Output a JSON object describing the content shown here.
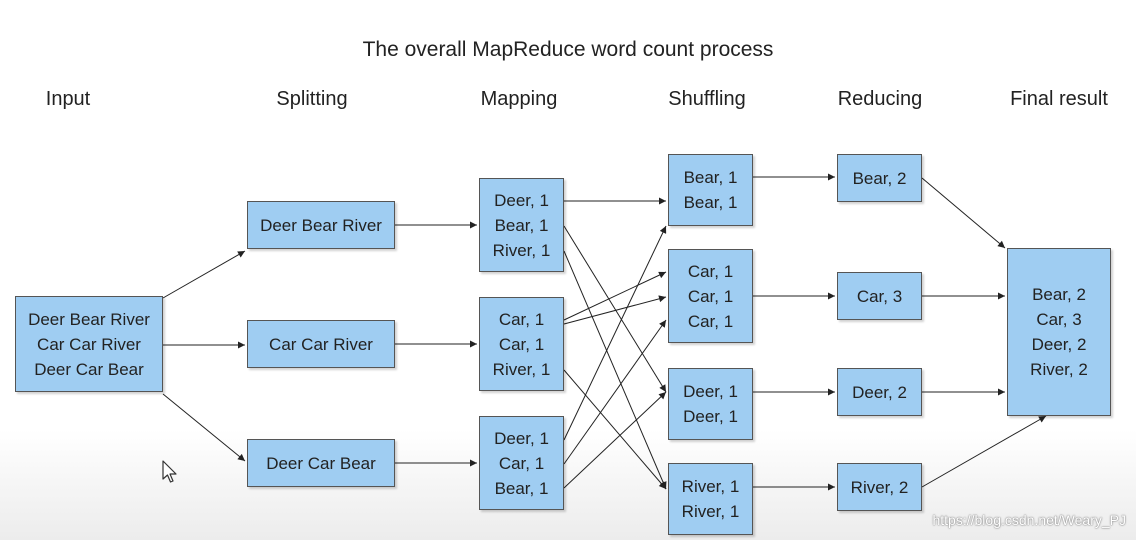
{
  "title": "The overall MapReduce word count process",
  "stages": [
    "Input",
    "Splitting",
    "Mapping",
    "Shuffling",
    "Reducing",
    "Final result"
  ],
  "input": [
    "Deer Bear River",
    "Car Car River",
    "Deer Car Bear"
  ],
  "splits": [
    "Deer Bear River",
    "Car Car River",
    "Deer Car Bear"
  ],
  "mapping": [
    [
      "Deer, 1",
      "Bear, 1",
      "River, 1"
    ],
    [
      "Car, 1",
      "Car, 1",
      "River, 1"
    ],
    [
      "Deer, 1",
      "Car, 1",
      "Bear, 1"
    ]
  ],
  "shuffling": [
    [
      "Bear, 1",
      "Bear, 1"
    ],
    [
      "Car, 1",
      "Car, 1",
      "Car, 1"
    ],
    [
      "Deer, 1",
      "Deer, 1"
    ],
    [
      "River, 1",
      "River, 1"
    ]
  ],
  "reducing": [
    "Bear, 2",
    "Car, 3",
    "Deer, 2",
    "River, 2"
  ],
  "final": [
    "Bear, 2",
    "Car, 3",
    "Deer, 2",
    "River, 2"
  ],
  "watermark": "https://blog.csdn.net/Weary_PJ",
  "colors": {
    "box": "#9fcdf2",
    "border": "#555555",
    "arrow": "#222222"
  }
}
